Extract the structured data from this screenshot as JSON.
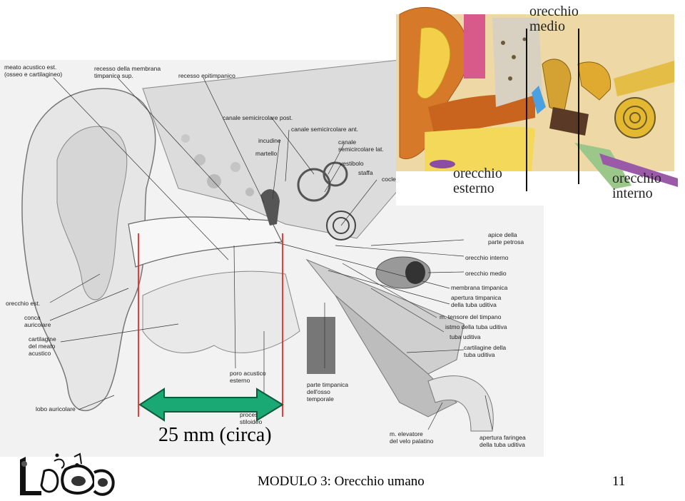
{
  "main_labels": {
    "meato": "meato acustico est.\n(osseo e cartilagineo)",
    "recesso_membrana": "recesso della membrana\ntimpanica sup.",
    "recesso_epitimpanico": "recesso epitimpanico",
    "canale_post": "canale semicircolare post.",
    "canale_ant": "canale semicircolare ant.",
    "incudine": "incudine",
    "canale_lat": "canale\nsemicircolare lat.",
    "martello": "martello",
    "vestibolo": "vestibolo",
    "staffa": "staffa",
    "coclea": "coclea",
    "apice": "apice della\nparte petrosa",
    "orecchio_interno": "orecchio interno",
    "orecchio_medio": "orecchio medio",
    "membrana": "membrana timpanica",
    "apertura_timpanica": "apertura timpanica\ndella tuba uditiva",
    "tensore": "m. tensore del timpano",
    "istmo": "istmo della tuba uditiva",
    "tuba": "tuba uditiva",
    "cartilagine_tuba": "cartilagine della\ntuba uditiva",
    "orecchio_est": "orecchio est.",
    "conca": "conca\nauricolare",
    "cartilagine_meato": "cartilagine\ndel meato\nacustico",
    "poro": "poro acustico\nesterno",
    "parte_timpanica": "parte timpanica\ndell'osso\ntemporale",
    "lobo": "lobo auricolare",
    "processo": "processo\nstiloideo",
    "elevatore": "m. elevatore\ndel velo palatino",
    "apertura_faringea": "apertura faringea\ndella tuba uditiva"
  },
  "inset_labels": {
    "medio": "orecchio\nmedio",
    "esterno": "orecchio\nesterno",
    "interno": "orecchio\ninterno"
  },
  "measurement": "25 mm (circa)",
  "footer": {
    "title": "MODULO 3: Orecchio umano",
    "page": "11"
  },
  "colors": {
    "arrow": "#1aa874",
    "marker_line": "#e8282a"
  }
}
